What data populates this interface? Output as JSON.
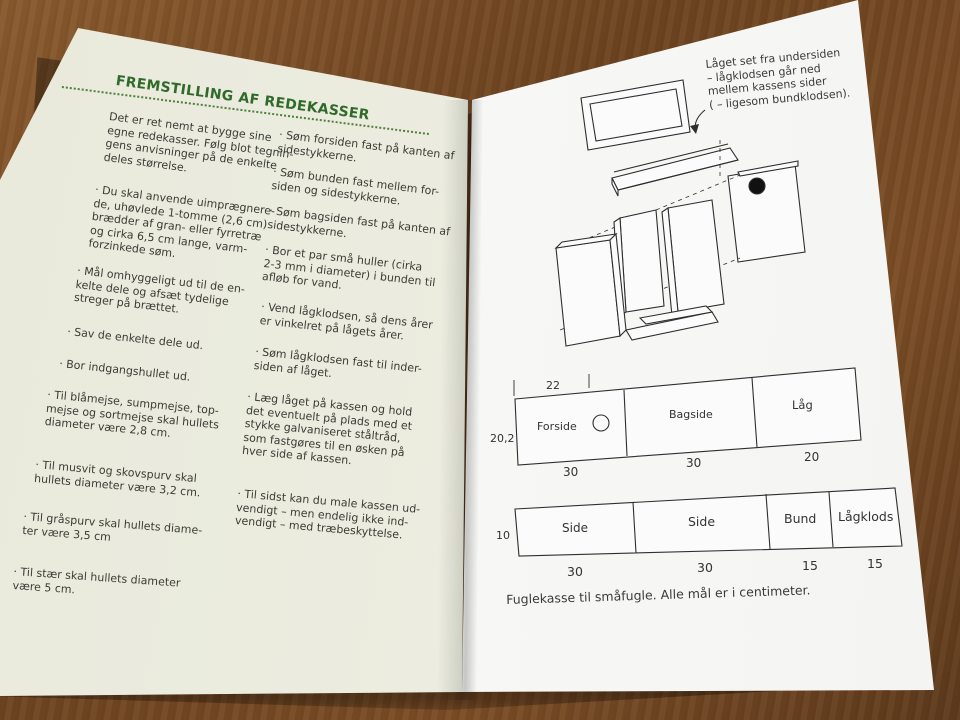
{
  "left_page": {
    "heading": "FREMSTILLING AF REDEKASSER",
    "col1": [
      [
        "Det er ret nemt at bygge sine",
        "egne redekasser. Følg blot tegnin-",
        "gens anvisninger på de enkelte",
        "deles størrelse."
      ],
      [
        "· Du skal anvende uimprægnere-",
        "de, uhøvlede 1-tomme (2,6 cm)",
        "brædder af gran- eller fyrretræ",
        "og cirka 6,5 cm lange, varm-",
        "forzinkede søm."
      ],
      [
        "· Mål omhyggeligt ud til de en-",
        "kelte dele og afsæt tydelige",
        "streger på brættet."
      ],
      [
        "· Sav de enkelte dele ud."
      ],
      [
        "· Bor indgangshullet ud."
      ],
      [
        "· Til blåmejse, sumpmejse, top-",
        "mejse og sortmejse skal hullets",
        "diameter være 2,8 cm."
      ],
      [
        "· Til musvit og skovspurv skal",
        "hullets diameter være 3,2 cm."
      ],
      [
        "· Til gråspurv skal hullets diame-",
        "ter være 3,5 cm"
      ],
      [
        "· Til stær skal hullets diameter",
        "være 5 cm."
      ]
    ],
    "col2": [
      [
        "· Søm forsiden fast på kanten af",
        "sidestykkerne."
      ],
      [
        "· Søm bunden fast mellem for-",
        "siden og sidestykkerne."
      ],
      [
        "· Søm bagsiden fast på kanten af",
        "sidestykkerne."
      ],
      [
        "· Bor et par små huller (cirka",
        "2-3 mm i diameter) i bunden til",
        "afløb for vand."
      ],
      [
        "· Vend lågklodsen, så dens årer",
        "er vinkelret på lågets årer."
      ],
      [
        "· Søm lågklodsen fast til inder-",
        "siden af låget."
      ],
      [
        "· Læg låget på kassen og hold",
        "det eventuelt på plads med et",
        "stykke galvaniseret ståltråd,",
        "som fastgøres til en øsken på",
        "hver side af kassen."
      ],
      [
        "· Til sidst kan du male kassen ud-",
        "vendigt – men endelig ikke ind-",
        "vendigt – med træbeskyttelse."
      ]
    ]
  },
  "right_page": {
    "note": [
      "Låget set fra undersiden",
      "– lågklodsen går ned",
      "mellem kassens sider",
      "( – ligesom bundklodsen)."
    ],
    "board1": {
      "height_label": "20,2",
      "top_label": "22",
      "parts": [
        {
          "name": "Forside",
          "width": "30"
        },
        {
          "name": "Bagside",
          "width": "30"
        },
        {
          "name": "Låg",
          "width": "20"
        }
      ]
    },
    "board2": {
      "height_label": "10",
      "parts": [
        {
          "name": "Side",
          "width": "30"
        },
        {
          "name": "Side",
          "width": "30"
        },
        {
          "name": "Bund",
          "width": "15"
        },
        {
          "name": "Lågklods",
          "width": "15"
        }
      ]
    },
    "caption": "Fuglekasse til småfugle. Alle mål er i centimeter."
  }
}
